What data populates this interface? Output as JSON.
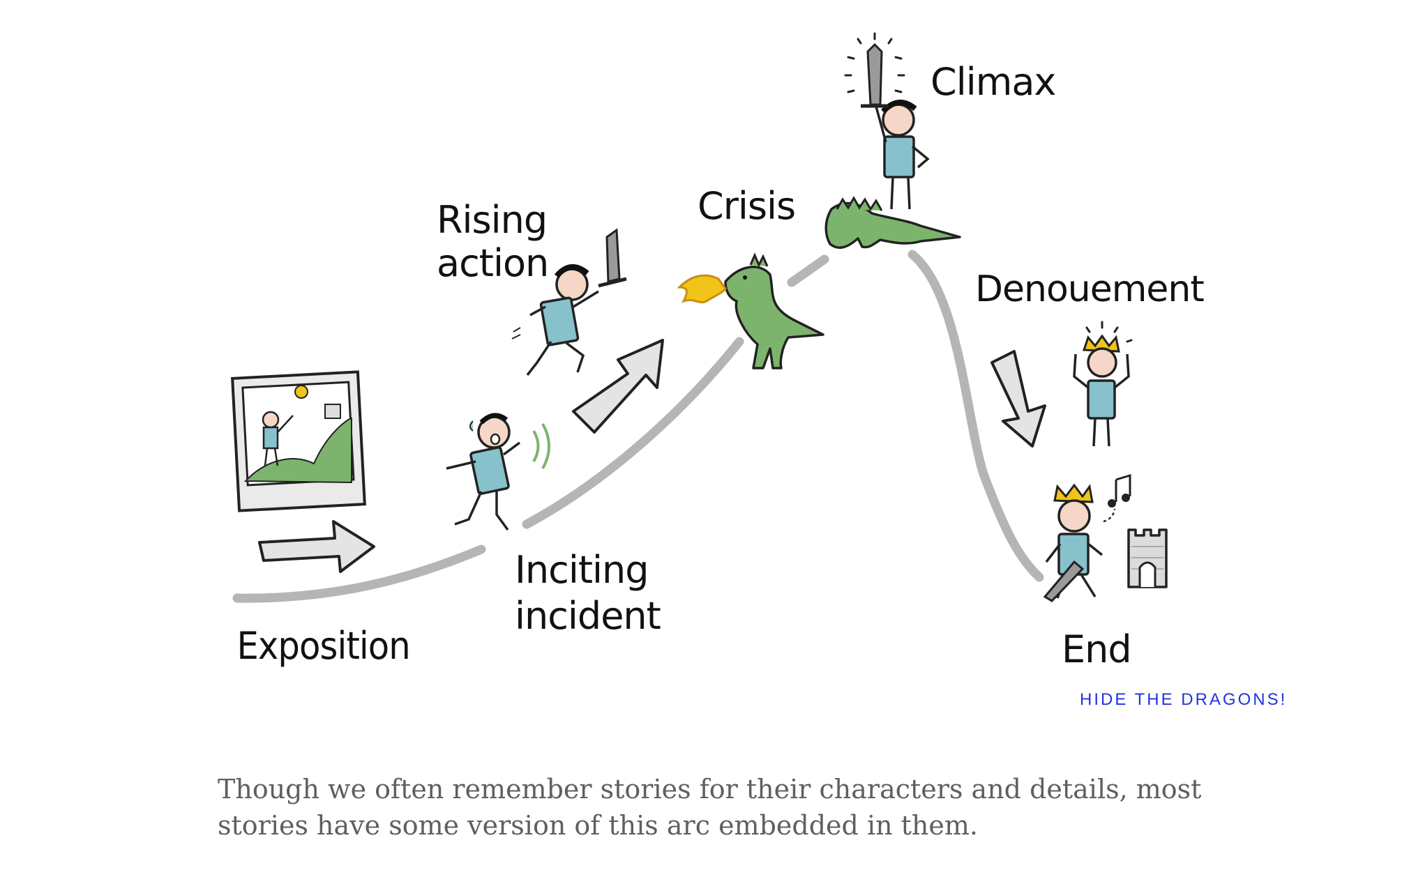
{
  "labels": {
    "exposition": "Exposition",
    "inciting_1": "Inciting",
    "inciting_2": "incident",
    "rising_1": "Rising",
    "rising_2": "action",
    "crisis": "Crisis",
    "climax": "Climax",
    "denouement": "Denouement",
    "end": "End"
  },
  "toggle_label": "HIDE THE DRAGONS!",
  "caption": "Though we often remember stories for their characters and details, most stories have some version of this arc embedded in them.",
  "colors": {
    "arc": "#b5b5b5",
    "shirt": "#86c1cc",
    "dragon": "#7db46d",
    "crown": "#f0c419",
    "link": "#2233dd",
    "caption": "#5f5f5f"
  },
  "icons": [
    "picture-frame-icon",
    "arrow-right-icon",
    "scared-figure-icon",
    "arrow-up-right-icon",
    "hero-sword-icon",
    "dragon-fire-icon",
    "hero-on-dragon-icon",
    "arrow-down-icon",
    "crowned-figure-icon",
    "king-castle-icon"
  ]
}
